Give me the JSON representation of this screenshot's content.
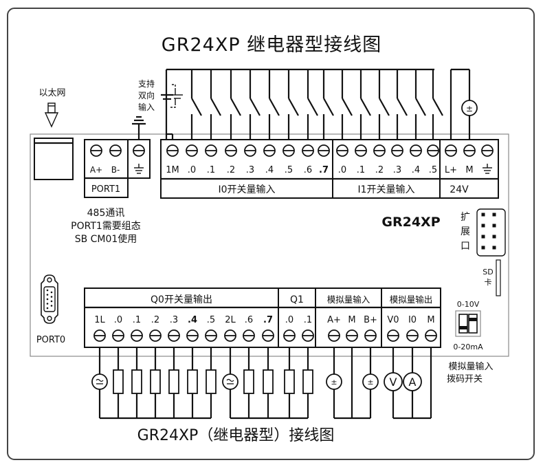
{
  "title": "GR24XP 继电器型接线图",
  "caption": "GR24XP（继电器型）接线图",
  "model_label": "GR24XP",
  "ethernet": {
    "label": "以太网"
  },
  "bidirectional_note": [
    "支持",
    "双向",
    "输入"
  ],
  "port1": {
    "terminals": [
      "A+",
      "B-"
    ],
    "label": "PORT1",
    "note": [
      "485通讯",
      "PORT1需要组态",
      "SB CM01使用"
    ]
  },
  "input_I0": {
    "terminals": [
      "1M",
      ".0",
      ".1",
      ".2",
      ".3",
      ".4",
      ".5",
      ".6",
      ".7"
    ],
    "label": "I0开关量输入"
  },
  "input_I1": {
    "terminals": [
      ".0",
      ".1",
      ".2",
      ".3",
      ".4",
      ".5"
    ],
    "label": "I1开关量输入"
  },
  "power": {
    "terminals": [
      "L+",
      "M"
    ],
    "label": "24V"
  },
  "expansion": {
    "label": [
      "扩",
      "展",
      "口"
    ]
  },
  "sd": {
    "label": [
      "SD",
      "卡"
    ]
  },
  "port0": {
    "label": "PORT0"
  },
  "output_Q0": {
    "label": "Q0开关量输出",
    "terminals": [
      "1L",
      ".0",
      ".1",
      ".2",
      ".3",
      ".4",
      ".5",
      "2L",
      ".6",
      ".7"
    ]
  },
  "output_Q1": {
    "label": "Q1",
    "terminals": [
      ".0",
      ".1"
    ]
  },
  "analog_in": {
    "label": "模拟量输入",
    "terminals": [
      "A+",
      "M",
      "B+"
    ]
  },
  "analog_out": {
    "label": "模拟量输出",
    "terminals": [
      "V0",
      "I0",
      "M"
    ]
  },
  "dip_switch": {
    "top_label": "0-10V",
    "bottom_label": "0-20mA",
    "note": [
      "模拟量输入",
      "拨码开关"
    ]
  },
  "symbols": {
    "dc_source": "±",
    "ac_source": "~",
    "voltmeter": "V",
    "ammeter": "A"
  },
  "colors": {
    "line": "#111111",
    "frame": "#444444",
    "device": "#888888",
    "background": "#ffffff"
  }
}
